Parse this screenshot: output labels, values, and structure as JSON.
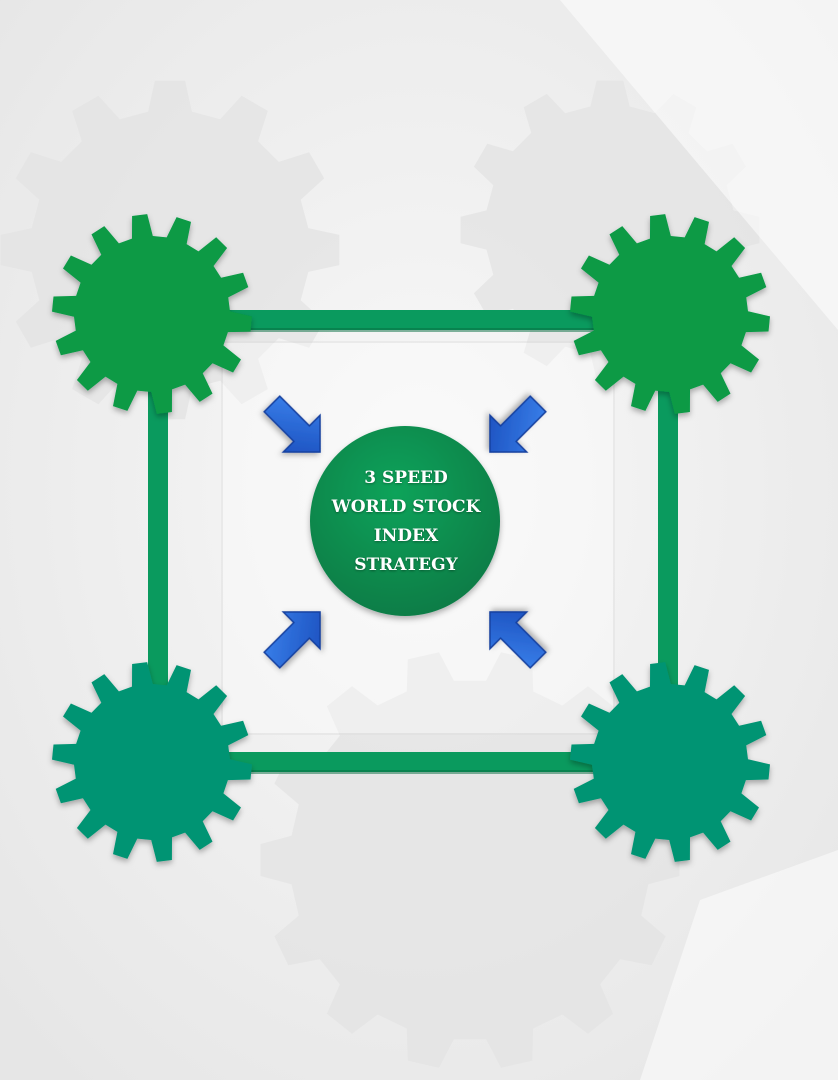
{
  "diagram": {
    "center_text": {
      "line1": "3 SPEED",
      "line2": "WORLD STOCK",
      "line3": "INDEX",
      "line4": "STRATEGY"
    },
    "nodes": [
      "gear-top-left",
      "gear-top-right",
      "gear-bottom-left",
      "gear-bottom-right",
      "center-hub"
    ],
    "arrows": [
      "arrow-top-left",
      "arrow-top-right",
      "arrow-bottom-left",
      "arrow-bottom-right"
    ],
    "arrow_direction": "toward-center"
  },
  "colors": {
    "gear_green": "#079a45",
    "gear_teal": "#049473",
    "frame_green": "#0a9a5e",
    "arrow_blue": "#1f5fd6",
    "hub_green": "#088a4e",
    "background": "#f1f1f1"
  }
}
